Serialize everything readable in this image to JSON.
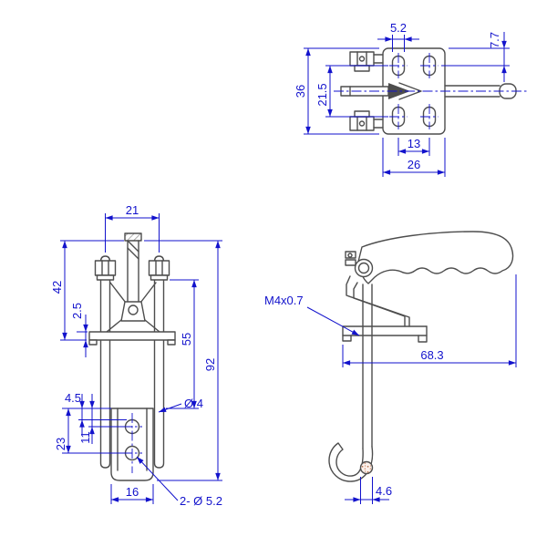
{
  "drawing": {
    "background": "#ffffff",
    "part_line_color": "#4d4d4d",
    "dimension_color": "#1212cc",
    "views": {
      "top": {
        "name": "top-view",
        "dims": {
          "slot_width": "5.2",
          "edge_to_slot": "7.7",
          "plate_height": "36",
          "slot_row_spacing": "21.5",
          "slot_col_spacing": "13",
          "plate_width": "26"
        }
      },
      "front": {
        "name": "front-view",
        "dims": {
          "rod_spacing": "21",
          "upper_height": "42",
          "plate_thickness": "2.5",
          "lower_height": "55",
          "total_height": "92",
          "bracket_hole_edge": "4.5",
          "hole1_offset": "11",
          "hole2_offset": "23",
          "bracket_width": "16",
          "rod_diameter": "Ø 4",
          "bracket_holes": "2- Ø 5.2"
        }
      },
      "side": {
        "name": "side-view",
        "dims": {
          "thread": "M4x0.7",
          "reach": "68.3",
          "hook_diameter": "4.6"
        }
      }
    }
  }
}
